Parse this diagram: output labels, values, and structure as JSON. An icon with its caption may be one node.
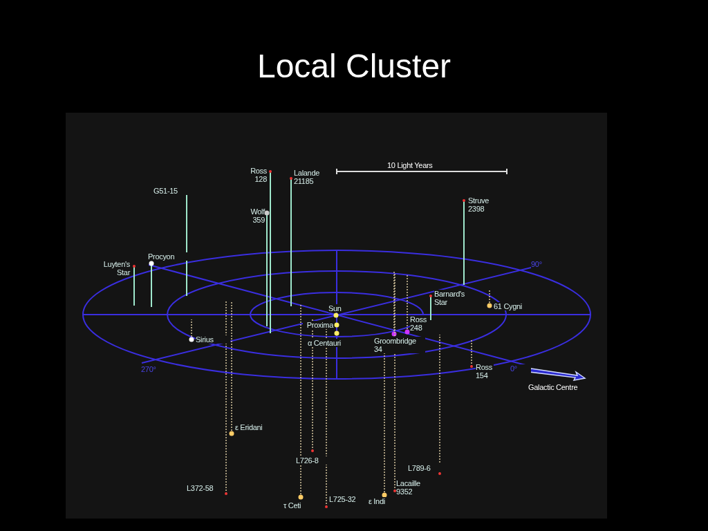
{
  "diagram": {
    "title": "Local Cluster",
    "labels": [
      "Ross 128",
      "10 Light Years",
      "Lalande 21185",
      "G51-15",
      "Struve 2398",
      "Wolf 359",
      "Procyon",
      "Luyten's Star",
      "90°",
      "Barnard's Star",
      "Sun",
      "61 Cygni",
      "Proxima",
      "Ross 248",
      "Sirius",
      "α Centauri",
      "Groombridge 34",
      "270°",
      "0°",
      "Ross 154",
      "Galactic Centre",
      "ε Eridani",
      "L726-8",
      "L789-6",
      "L372-58",
      "Lacaille 9352",
      "τ Ceti",
      "L725-32",
      "ε Indi"
    ]
  }
}
